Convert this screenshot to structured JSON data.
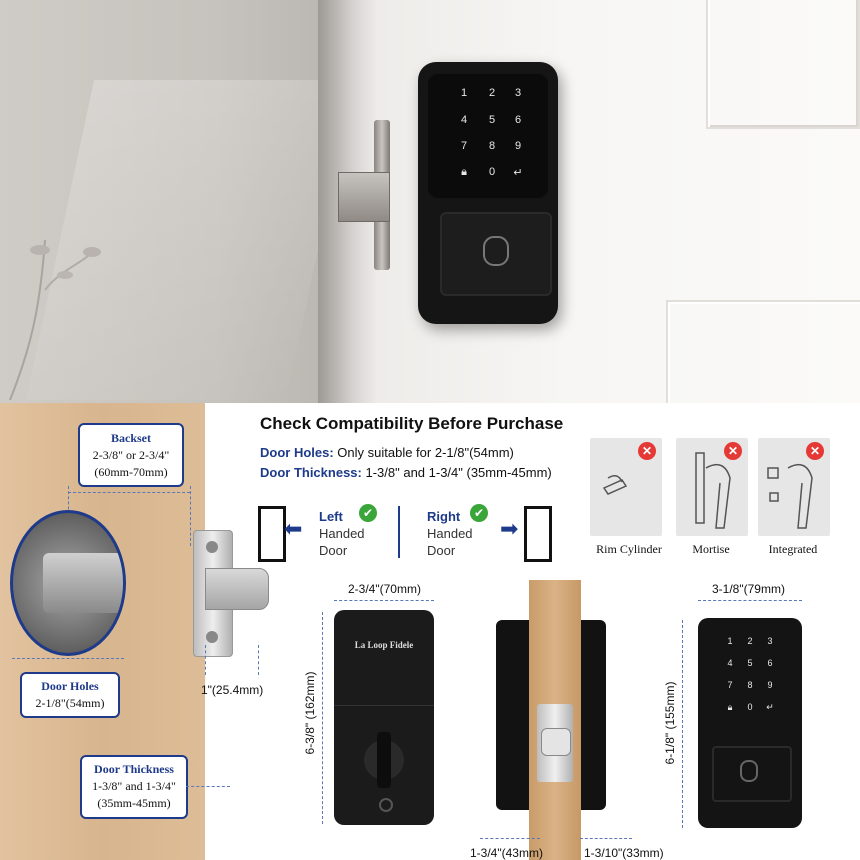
{
  "photo": {
    "keypad_keys": [
      "1",
      "2",
      "3",
      "4",
      "5",
      "6",
      "7",
      "8",
      "9",
      "lock-icon",
      "0",
      "enter-icon"
    ]
  },
  "compat": {
    "title": "Check Compatibility Before Purchase",
    "door_holes_label": "Door Holes:",
    "door_holes_value": "Only suitable for 2-1/8\"(54mm)",
    "door_thickness_label": "Door Thickness:",
    "door_thickness_value": "1-3/8\" and 1-3/4\" (35mm-45mm)"
  },
  "handed": {
    "left_1": "Left",
    "left_2": "Handed",
    "left_3": "Door",
    "right_1": "Right",
    "right_2": "Handed",
    "right_3": "Door"
  },
  "types": [
    {
      "label": "Rim Cylinder"
    },
    {
      "label": "Mortise"
    },
    {
      "label": "Integrated"
    }
  ],
  "callouts": {
    "backset_title": "Backset",
    "backset_line1": "2-3/8\" or 2-3/4\"",
    "backset_line2": "(60mm-70mm)",
    "holes_title": "Door Holes",
    "holes_line1": "2-1/8\"(54mm)",
    "thick_title": "Door Thickness",
    "thick_line1": "1-3/8\" and 1-3/4\"",
    "thick_line2": "(35mm-45mm)",
    "latch_dim": "1\"(25.4mm)"
  },
  "dims": {
    "back_width": "2-3/4\"(70mm)",
    "back_height": "6-3/8\" (162mm)",
    "brand": "La Loop Fidele",
    "side_left": "1-3/4\"(43mm)",
    "side_right": "1-3/10\"(33mm)",
    "front_width": "3-1/8\"(79mm)",
    "front_height": "6-1/8\" (155mm)"
  },
  "colors": {
    "accent": "#1e3a8a",
    "ok": "#3aa63a",
    "bad": "#e53935"
  }
}
